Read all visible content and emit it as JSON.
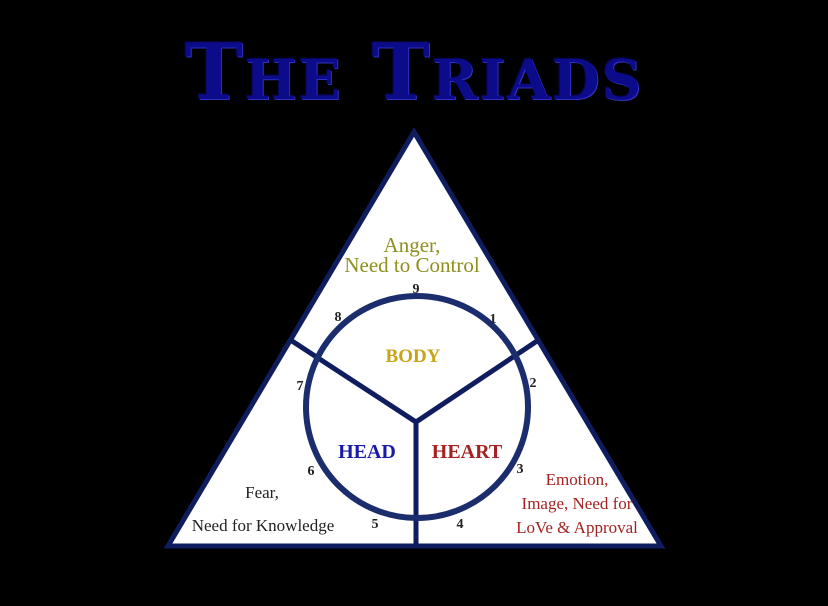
{
  "title": "The Triads",
  "colors": {
    "frame": "#0f1d5e",
    "body": "#c9a416",
    "head": "#1a1aa8",
    "heart": "#a52222",
    "anger": "#8f8f1e",
    "fear": "#222222"
  },
  "top_section": {
    "line1": "Anger,",
    "line2": "Need to Control"
  },
  "left_section": {
    "line1": "Fear,",
    "line2": "Need for Knowledge"
  },
  "right_section": {
    "line1": "Emotion,",
    "line2": "Image,  Need for",
    "line3": "LoVe & Approval"
  },
  "centers": {
    "body": "BODY",
    "head": "HEAD",
    "heart": "HEART"
  },
  "numbers": [
    "1",
    "2",
    "3",
    "4",
    "5",
    "6",
    "7",
    "8",
    "9"
  ]
}
